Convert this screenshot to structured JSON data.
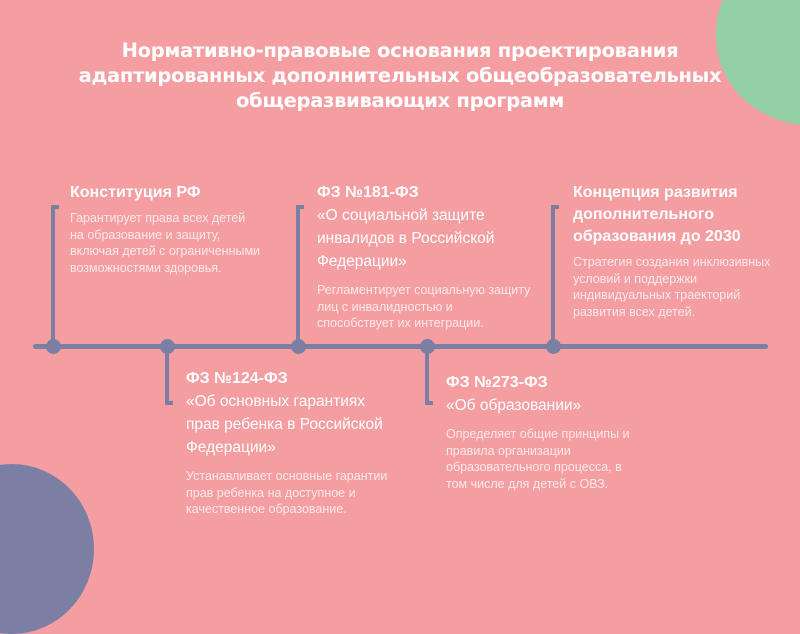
{
  "title": {
    "lines": [
      "Нормативно-правовые основания проектирования",
      "адаптированных дополнительных общеобразовательных",
      "общеразвивающих программ"
    ]
  },
  "colors": {
    "background": "#f59ea2",
    "timeline": "#7b7fa4",
    "accent_green": "#93d0a6",
    "text": "#ffffff"
  },
  "timeline": {
    "items": [
      {
        "position": "top",
        "head": "Конституция РФ",
        "sub": [],
        "desc": [
          "Гарантирует права всех детей",
          "на образование и защиту,",
          "включая детей с ограниченными",
          "возможностями здоровья."
        ]
      },
      {
        "position": "bottom",
        "head": "ФЗ №124-ФЗ",
        "sub": [
          "«Об основных гарантиях",
          "прав ребенка в Российской",
          "Федерации»"
        ],
        "desc": [
          "Устанавливает основные гарантии",
          "прав ребенка на доступное и",
          "качественное образование."
        ]
      },
      {
        "position": "top",
        "head": "ФЗ №181-ФЗ",
        "sub": [
          "«О социальной защите",
          "инвалидов в Российской",
          "Федерации»"
        ],
        "desc": [
          "Регламентирует социальную защиту",
          "лиц с инвалидностью и",
          "способствует их интеграции."
        ]
      },
      {
        "position": "bottom",
        "head": "ФЗ №273-ФЗ",
        "sub": [
          "«Об образовании»"
        ],
        "desc": [
          "Определяет общие принципы и",
          "правила организации",
          "образовательного процесса, в",
          "том числе для детей с ОВЗ."
        ]
      },
      {
        "position": "top",
        "head": "Концепция развития дополнительного образования до 2030",
        "head_lines": [
          "Концепция развития",
          "дополнительного",
          "образования до 2030"
        ],
        "sub": [],
        "desc": [
          "Стратегия создания инклюзивных",
          "условий и поддержки",
          "индивидуальных траекторий",
          "развития всех детей."
        ]
      }
    ]
  }
}
